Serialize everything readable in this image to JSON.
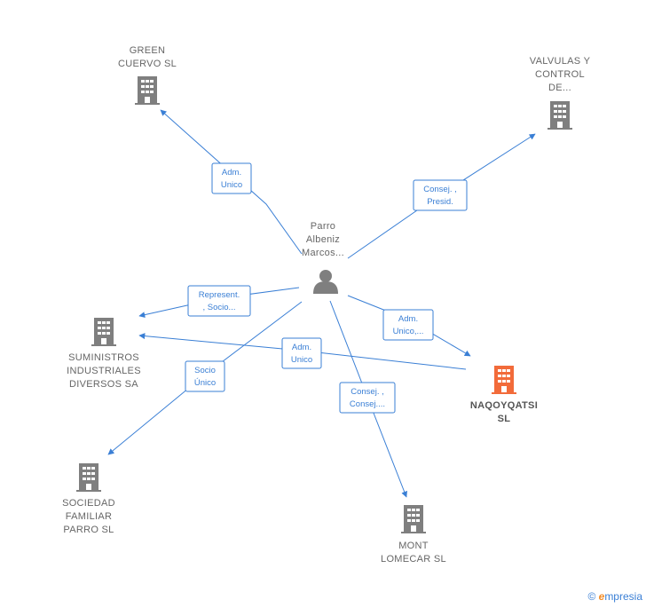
{
  "colors": {
    "edge": "#3a7fd5",
    "company": "#7f7f7f",
    "focus_company": "#f26b3a",
    "person": "#7f7f7f"
  },
  "person": {
    "name": [
      "Parro",
      "Albeniz",
      "Marcos..."
    ],
    "icon": "person-icon"
  },
  "companies": [
    {
      "id": "green",
      "name": [
        "GREEN",
        "CUERVO  SL"
      ],
      "icon": "building-icon",
      "focus": false
    },
    {
      "id": "valvulas",
      "name": [
        "VALVULAS Y",
        "CONTROL",
        "DE..."
      ],
      "icon": "building-icon",
      "focus": false
    },
    {
      "id": "suministros",
      "name": [
        "SUMINISTROS",
        "INDUSTRIALES",
        "DIVERSOS SA"
      ],
      "icon": "building-icon",
      "focus": false
    },
    {
      "id": "naqoyqatsi",
      "name": [
        "NAQOYQATSI",
        "SL"
      ],
      "icon": "building-icon",
      "focus": true
    },
    {
      "id": "sociedad",
      "name": [
        "SOCIEDAD",
        "FAMILIAR",
        "PARRO  SL"
      ],
      "icon": "building-icon",
      "focus": false
    },
    {
      "id": "mont",
      "name": [
        "MONT",
        "LOMECAR  SL"
      ],
      "icon": "building-icon",
      "focus": false
    }
  ],
  "edges": [
    {
      "to": "green",
      "label": [
        "Adm.",
        "Unico"
      ]
    },
    {
      "to": "valvulas",
      "label": [
        "Consej. ,",
        "Presid."
      ]
    },
    {
      "to": "suministros",
      "label": [
        "Represent.",
        ", Socio..."
      ]
    },
    {
      "to": "naqoyqatsi",
      "label": [
        "Adm.",
        "Unico,..."
      ]
    },
    {
      "to": "sociedad",
      "label": [
        "Socio",
        "Único"
      ]
    },
    {
      "to": "mont",
      "label": [
        "Consej. ,",
        "Consej...."
      ]
    },
    {
      "from": "naqoyqatsi",
      "to": "suministros",
      "label": [
        "Adm.",
        "Unico"
      ]
    }
  ],
  "footer": {
    "copyright": "©",
    "brand_initial": "e",
    "brand_rest": "mpresia"
  }
}
